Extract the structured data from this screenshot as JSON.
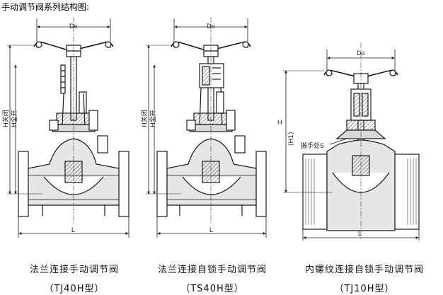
{
  "page_title": "手动调节阀系列结构图:",
  "labels": {
    "do": "Do",
    "h_close": "H关闭",
    "h_open": "H全开",
    "h": "H",
    "h1": "(H1)",
    "l": "L",
    "wrench": "搬手处S"
  },
  "valves": [
    {
      "name": "法兰连接手动调节阀",
      "model": "（TJ40H型）"
    },
    {
      "name": "法兰连接自锁手动调节阀",
      "model": "（TS40H型）"
    },
    {
      "name": "内螺纹连接自锁手动调节阀",
      "model": "（TJ10H型）"
    }
  ],
  "colors": {
    "line": "#1a1a1a",
    "metal": "#d9d9d9",
    "dark": "#333333",
    "bg": "#ffffff"
  }
}
